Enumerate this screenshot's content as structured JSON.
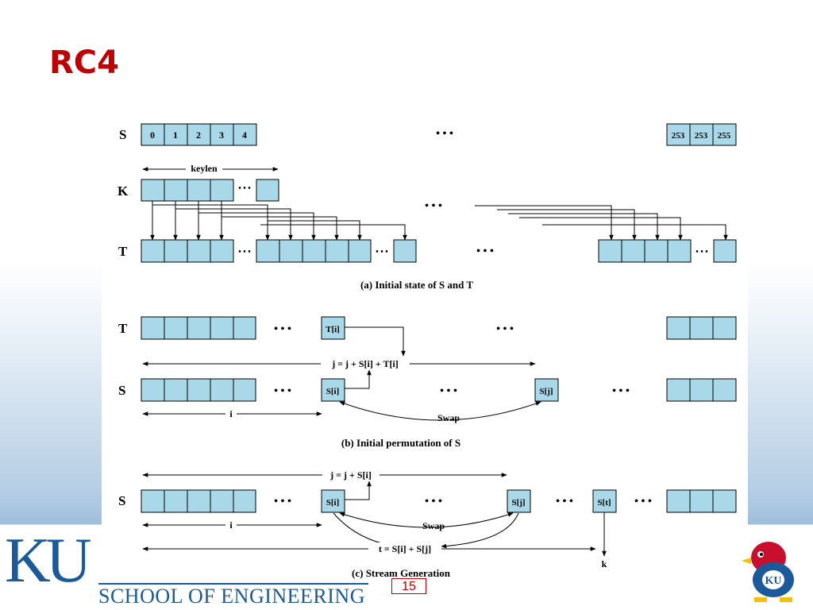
{
  "slide": {
    "title": "RC4",
    "page_number": "15",
    "school": "SCHOOL OF ENGINEERING",
    "ku_logo": "KU"
  },
  "diagram": {
    "panel_a": {
      "row_s_label": "S",
      "s_cells": [
        "0",
        "1",
        "2",
        "3",
        "4"
      ],
      "s_end_cells": [
        "253",
        "253",
        "255"
      ],
      "keylen_label": "keylen",
      "row_k_label": "K",
      "row_t_label": "T",
      "ellipsis": "• • •",
      "small_ellipsis": "• • •",
      "caption": "(a) Initial state of S and T"
    },
    "panel_b": {
      "row_t_label": "T",
      "row_s_label": "S",
      "ti_label": "T[i]",
      "si_label": "S[i]",
      "sj_label": "S[j]",
      "j_formula": "j = j + S[i] + T[i]",
      "i_label": "i",
      "swap_label": "Swap",
      "caption": "(b) Initial permutation of S"
    },
    "panel_c": {
      "row_s_label": "S",
      "si_label": "S[i]",
      "sj_label": "S[j]",
      "st_label": "S[t]",
      "j_formula": "j = j + S[i]",
      "i_label": "i",
      "swap_label": "Swap",
      "t_formula": "t = S[i] + S[j]",
      "k_label": "k",
      "caption": "(c) Stream Generation"
    }
  },
  "colors": {
    "cell_fill": "#a9d8e8",
    "title_red": "#c00000",
    "ku_blue": "#1a5a9b"
  }
}
